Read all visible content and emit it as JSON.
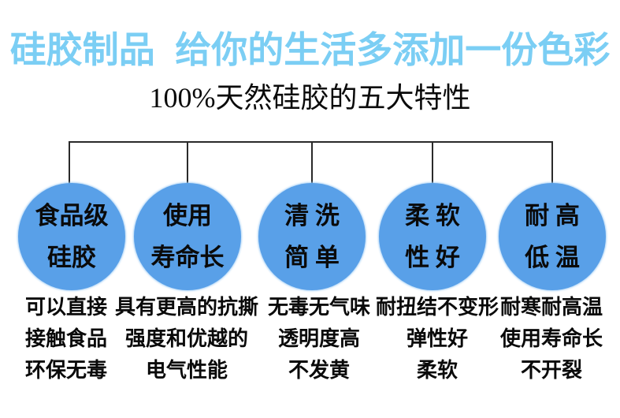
{
  "theme": {
    "background": "#ffffff",
    "title_color": "#7bcef4",
    "circle_color": "#59a0e8",
    "line_color": "#2a2a2a",
    "text_color": "#0a0a0a"
  },
  "header": {
    "title": "硅胶制品  给你的生活多添加一份色彩",
    "subtitle": "100%天然硅胶的五大特性"
  },
  "diagram": {
    "features": [
      {
        "circle_line1": "食品级",
        "circle_line2": "硅胶",
        "details": [
          "可以直接",
          "接触食品",
          "环保无毒"
        ]
      },
      {
        "circle_line1": "使用",
        "circle_line2": "寿命长",
        "details": [
          "具有更高的抗撕",
          "强度和优越的",
          "电气性能"
        ]
      },
      {
        "circle_line1": "清 洗",
        "circle_line2": "简 单",
        "details": [
          "无毒无气味",
          "透明度高",
          "不发黄"
        ]
      },
      {
        "circle_line1": "柔 软",
        "circle_line2": "性 好",
        "details": [
          "耐扭结不变形",
          "弹性好",
          "柔软"
        ]
      },
      {
        "circle_line1": "耐 高",
        "circle_line2": "低 温",
        "details": [
          "耐寒耐高温",
          "使用寿命长",
          "不开裂"
        ]
      }
    ]
  }
}
